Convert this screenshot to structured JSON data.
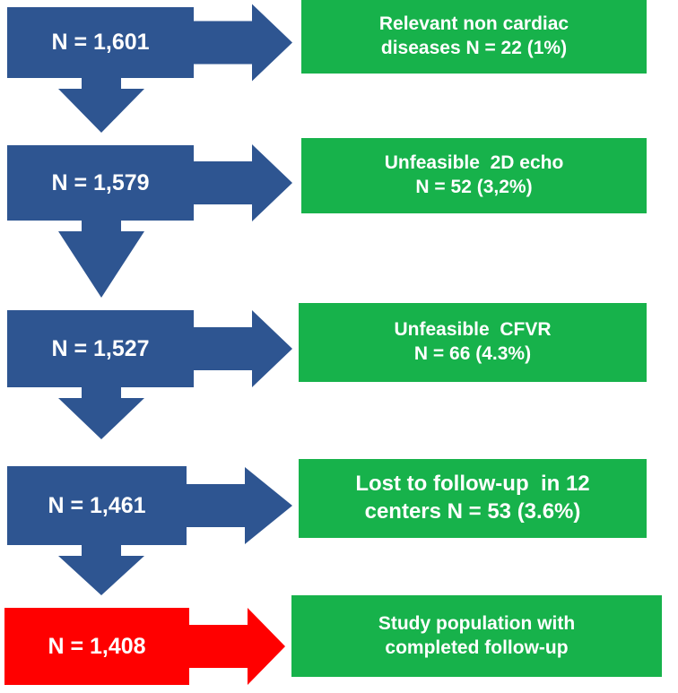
{
  "colors": {
    "stage_blue": "#2e5591",
    "final_red": "#ff0000",
    "outcome_green": "#17b24b"
  },
  "stages": [
    {
      "count": "N = 1,601",
      "outcome_lines": [
        "Relevant non cardiac",
        "diseases N = 22 (1%)"
      ],
      "is_final": false
    },
    {
      "count": "N = 1,579",
      "outcome_lines": [
        "Unfeasible  2D echo",
        "N = 52 (3,2%)"
      ],
      "is_final": false
    },
    {
      "count": "N = 1,527",
      "outcome_lines": [
        "Unfeasible  CFVR",
        "N = 66 (4.3%)"
      ],
      "is_final": false
    },
    {
      "count": "N = 1,461",
      "outcome_lines": [
        "Lost to follow-up  in 12",
        "centers N = 53 (3.6%)"
      ],
      "is_final": false
    },
    {
      "count": "N = 1,408",
      "outcome_lines": [
        "Study population with",
        "completed follow-up"
      ],
      "is_final": true
    }
  ]
}
